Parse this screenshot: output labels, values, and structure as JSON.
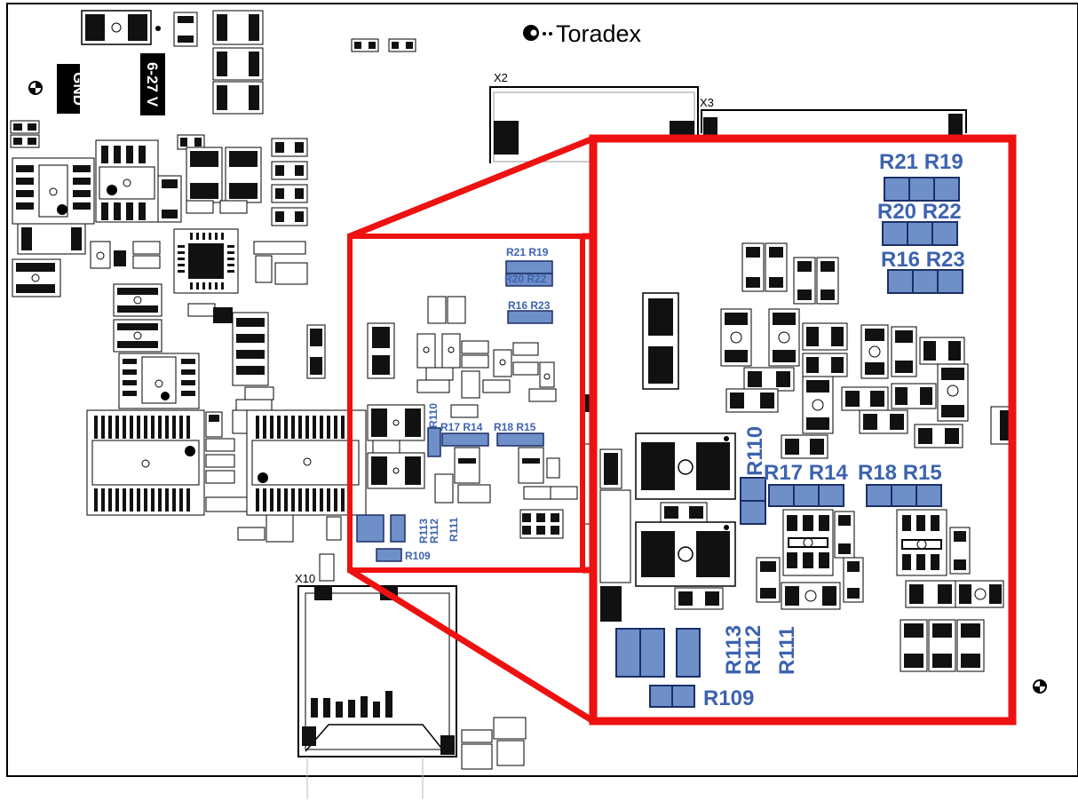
{
  "brand": {
    "name": "Toradex",
    "logo_icon": "toradex-logo-icon"
  },
  "silkscreen": {
    "gnd": "GND",
    "power": "6-27 V",
    "connectors": {
      "x2": "X2",
      "x3": "X3",
      "x10": "X10"
    }
  },
  "small_view": {
    "top_labels": [
      {
        "text": "R21 R19"
      },
      {
        "text": "R20 R22"
      },
      {
        "text": "R16 R23"
      }
    ],
    "row_labels": [
      {
        "text": "R17 R14"
      },
      {
        "text": "R18 R15"
      }
    ],
    "vertical_labels": [
      {
        "text": "R110"
      },
      {
        "text": "R113"
      },
      {
        "text": "R112"
      },
      {
        "text": "R111"
      }
    ],
    "bottom_label": "R109"
  },
  "zoom_view": {
    "top_labels": [
      {
        "text": "R21 R19"
      },
      {
        "text": "R20 R22"
      },
      {
        "text": "R16 R23"
      }
    ],
    "row_labels": [
      {
        "text": "R17 R14"
      },
      {
        "text": "R18 R15"
      }
    ],
    "vertical_labels": [
      {
        "text": "R110"
      },
      {
        "text": "R113"
      },
      {
        "text": "R112"
      },
      {
        "text": "R111"
      }
    ],
    "bottom_label": "R109"
  },
  "colors": {
    "highlight": "#ee1111",
    "resistor_fill": "#6f8fc9",
    "resistor_text": "#3d63b0",
    "ink": "#000000",
    "pad": "#111111"
  },
  "icons": {
    "mounting_hole": "mounting-hole-icon",
    "fiducial": "fiducial-crosshair-icon"
  }
}
